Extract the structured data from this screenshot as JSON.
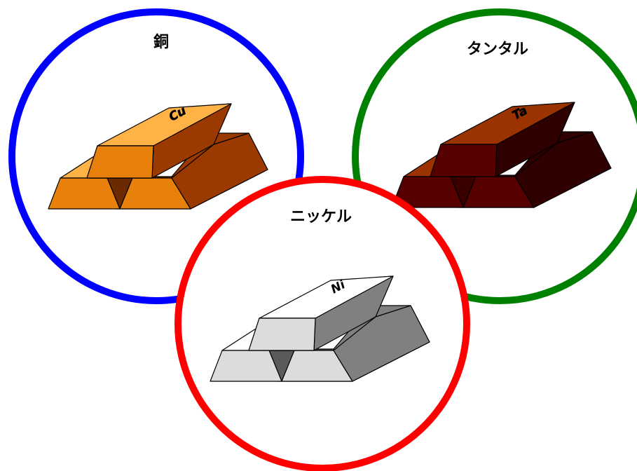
{
  "metals": [
    {
      "id": "copper",
      "name": "銅",
      "symbol": "Cu",
      "ring_color": "#0000ff",
      "colors": {
        "top": "#ffb347",
        "front": "#e8800c",
        "side": "#9a3a00",
        "gap": "#6b2a00"
      }
    },
    {
      "id": "tantalum",
      "name": "タンタル",
      "symbol": "Ta",
      "ring_color": "#008000",
      "colors": {
        "top": "#9a3300",
        "front": "#560000",
        "side": "#2e0000",
        "gap": "#3a0000"
      }
    },
    {
      "id": "nickel",
      "name": "ニッケル",
      "symbol": "Ni",
      "ring_color": "#ff0000",
      "colors": {
        "top": "#ffffff",
        "front": "#dcdcdc",
        "side": "#808080",
        "gap": "#5a5a5a"
      }
    }
  ]
}
